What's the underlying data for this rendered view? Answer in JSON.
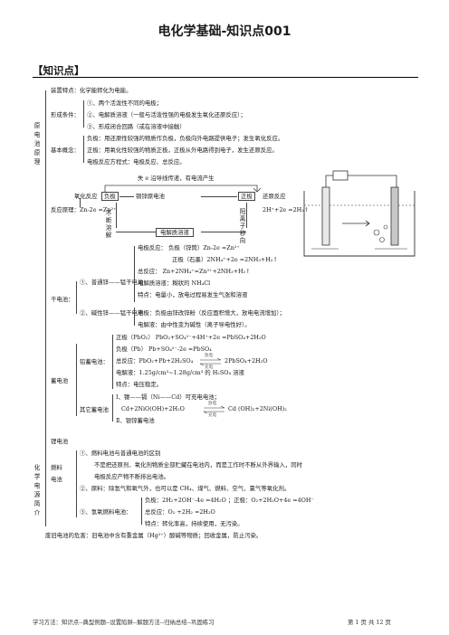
{
  "title": "电化学基础-知识点001",
  "section": "【知识点】",
  "primary_battery": {
    "side_label": "原电池原理",
    "device_feature": "装置特点：化学能转化为电能。",
    "formation_conditions_label": "形成条件：",
    "condition_1": "①、两个活泼性不同的电极；",
    "condition_2": "②、电解质溶液（一般与活泼性强的电极发生氧化还原反应）；",
    "condition_3": "③、形成闭合回路（或在溶液中接触）",
    "basic_concepts_label": "基本概念：",
    "concept_negative": "负极：用还原性较强的物质作负极，负极向外电路提供电子；发生氧化反应。",
    "concept_positive": "正极：用氧化性较强的物质正极，正极从外电路得到电子，发生还原反应。",
    "concept_equation": "电极反应方程式：电极反应、总反应。",
    "diagram_top": "失 e 沿导线传递，有电流产生",
    "oxidation_reaction": "氧化反应",
    "negative_box": "负极",
    "cell_label": "铜锌原电池",
    "positive_box": "正极",
    "reduction_reaction": "还原反应",
    "principle_label": "反应原理：Zn-2e =Zn²⁺",
    "positive_reaction": "2H⁺+2e =2H₂↑",
    "continuous_dissolve": "不断溶解",
    "ion_move": "阳离子移向",
    "electrolyte_box": "电解质溶液"
  },
  "chemical_power": {
    "side_label": "化学电源简介",
    "dry_battery_label": "干电池：",
    "ordinary_zinc_mn": "①、普通锌——锰干电池",
    "ordinary_neg": "电极反应：  负极（锌筒）Zn-2e =Zn²⁺",
    "ordinary_pos": "正极（石墨）2NH₄⁺+2e =2NH₃+H₂↑",
    "ordinary_total": "总反应：  Zn+2NH₄⁺=Zn²⁺+2NH₃+H₂↑",
    "ordinary_electrolyte": "电解质溶液：糊状的 NH₄Cl",
    "ordinary_feature": "特点：电量小，放电过程易发生气涨和溶液",
    "alkaline_zinc_mn": "②、碱性锌——锰干电池",
    "alkaline_desc": "电极：负极由锌改锌粉（反应面积增大，放电电流增加）；",
    "alkaline_electrolyte": "电解液：由中性变为碱性（离子导电性好）。",
    "lead_battery_label": "铅蓄电池：",
    "lead_pos": "正极（PbO₂）  PbO₂+SO₄²⁻+4H⁺+2e =PbSO₄+2H₂O",
    "lead_neg": "负极（Pb）    Pb+SO₄²⁻-2e =PbSO₄",
    "lead_total": "总反应：PbO₂+Pb+2H₂SO₄",
    "lead_total_right": "2PbSO₄+2H₂O",
    "discharge": "放电",
    "charge": "充电",
    "lead_electrolyte": "电解液：1.25g/cm³~1.28g/cm³ 的 H₂SO₄ 溶液",
    "lead_feature": "特点：电压稳定。",
    "storage_label": "蓄电池",
    "other_storage": "其它蓄电池",
    "ni_cd": "Ⅰ、镍——镉（Ni——Cd）可充电电池；",
    "ni_cd_left": "Cd+2NiO(OH)+2H₂O",
    "ni_cd_right": "Cd (OH)₂+2Ni(OH)₂",
    "ag_zn": "Ⅱ、银锌蓄电池",
    "lithium": "锂电池",
    "fuel_label": "燃料电池",
    "fuel_1a": "①、燃料电池与普通电池的区别",
    "fuel_1b": "不是把还原剂、氧化剂物质全部贮藏在电池内，而是工作时不断从外界输入，同时",
    "fuel_1c": "电极反应产物不断排出电池。",
    "fuel_2": "②、原料：除氢气和氧气外，也可以是 CH₄、煤气、燃料、空气、氯气等氧化剂。",
    "fuel_3": "③、氢氧燃料电池：",
    "fuel_3_electrodes": "负极：2H₂+2OH⁻-4e =4H₂O ；正极：O₂+2H₂O+4e =4OH⁻",
    "fuel_3_total": "总反应：O₂ +2H₂ =2H₂O",
    "fuel_3_feature": "特点：转化率高，持续使用，无污染。",
    "waste_battery": "废旧电池的危害：旧电池中含有重金属（Hg²⁺）酸碱等物质；回收金属，防止污染。"
  },
  "footer": {
    "left": "学习方法：知识点--典型例题--设置陷阱--解题方法--归纳总结--巩固练习",
    "right": "第 1 页 共 12 页"
  }
}
